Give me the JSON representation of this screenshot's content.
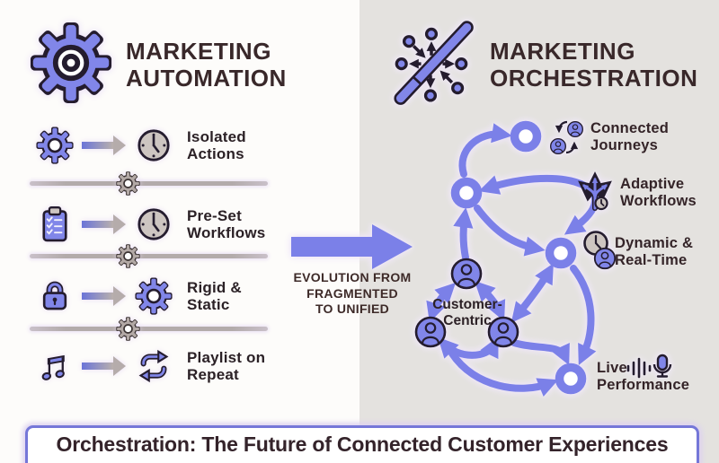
{
  "left_panel": {
    "title": {
      "line1": "MARKETING",
      "line2": "AUTOMATION"
    },
    "rows": [
      {
        "from_icon": "gear-icon",
        "to_icon": "clock-icon",
        "label_line1": "Isolated",
        "label_line2": "Actions"
      },
      {
        "from_icon": "clipboard-icon",
        "to_icon": "clock-icon",
        "label_line1": "Pre-Set",
        "label_line2": "Workflows"
      },
      {
        "from_icon": "lock-icon",
        "to_icon": "gear-icon",
        "label_line1": "Rigid &",
        "label_line2": "Static"
      },
      {
        "from_icon": "music-notes-icon",
        "to_icon": "repeat-icon",
        "label_line1": "Playlist on",
        "label_line2": "Repeat"
      }
    ]
  },
  "transition": {
    "line1": "EVOLUTION FROM",
    "line2": "FRAGMENTED",
    "line3": "TO UNIFIED"
  },
  "right_panel": {
    "title": {
      "line1": "MARKETING",
      "line2": "ORCHESTRATION"
    },
    "node_labels": {
      "connected_journeys": {
        "line1": "Connected",
        "line2": "Journeys"
      },
      "adaptive_workflows": {
        "line1": "Adaptive",
        "line2": "Workflows"
      },
      "dynamic_realtime": {
        "line1": "Dynamic &",
        "line2": "Real-Time"
      },
      "customer_centric": {
        "line1": "Customer-",
        "line2": "Centric"
      },
      "live_performance": {
        "line1": "Live",
        "line2": "Performance"
      }
    }
  },
  "footer": {
    "text": "Orchestration: The Future of Connected Customer Experiences"
  },
  "colors": {
    "periwinkle": "#7b80e8",
    "icon_fill": "#8186e9",
    "outline": "#241c2e",
    "title_text": "#39282a",
    "gray_icon": "#b3a9a6",
    "clock_fill": "#cdc5c1",
    "panel_gray": "#e4e2df",
    "banner_border": "#7577d8"
  }
}
